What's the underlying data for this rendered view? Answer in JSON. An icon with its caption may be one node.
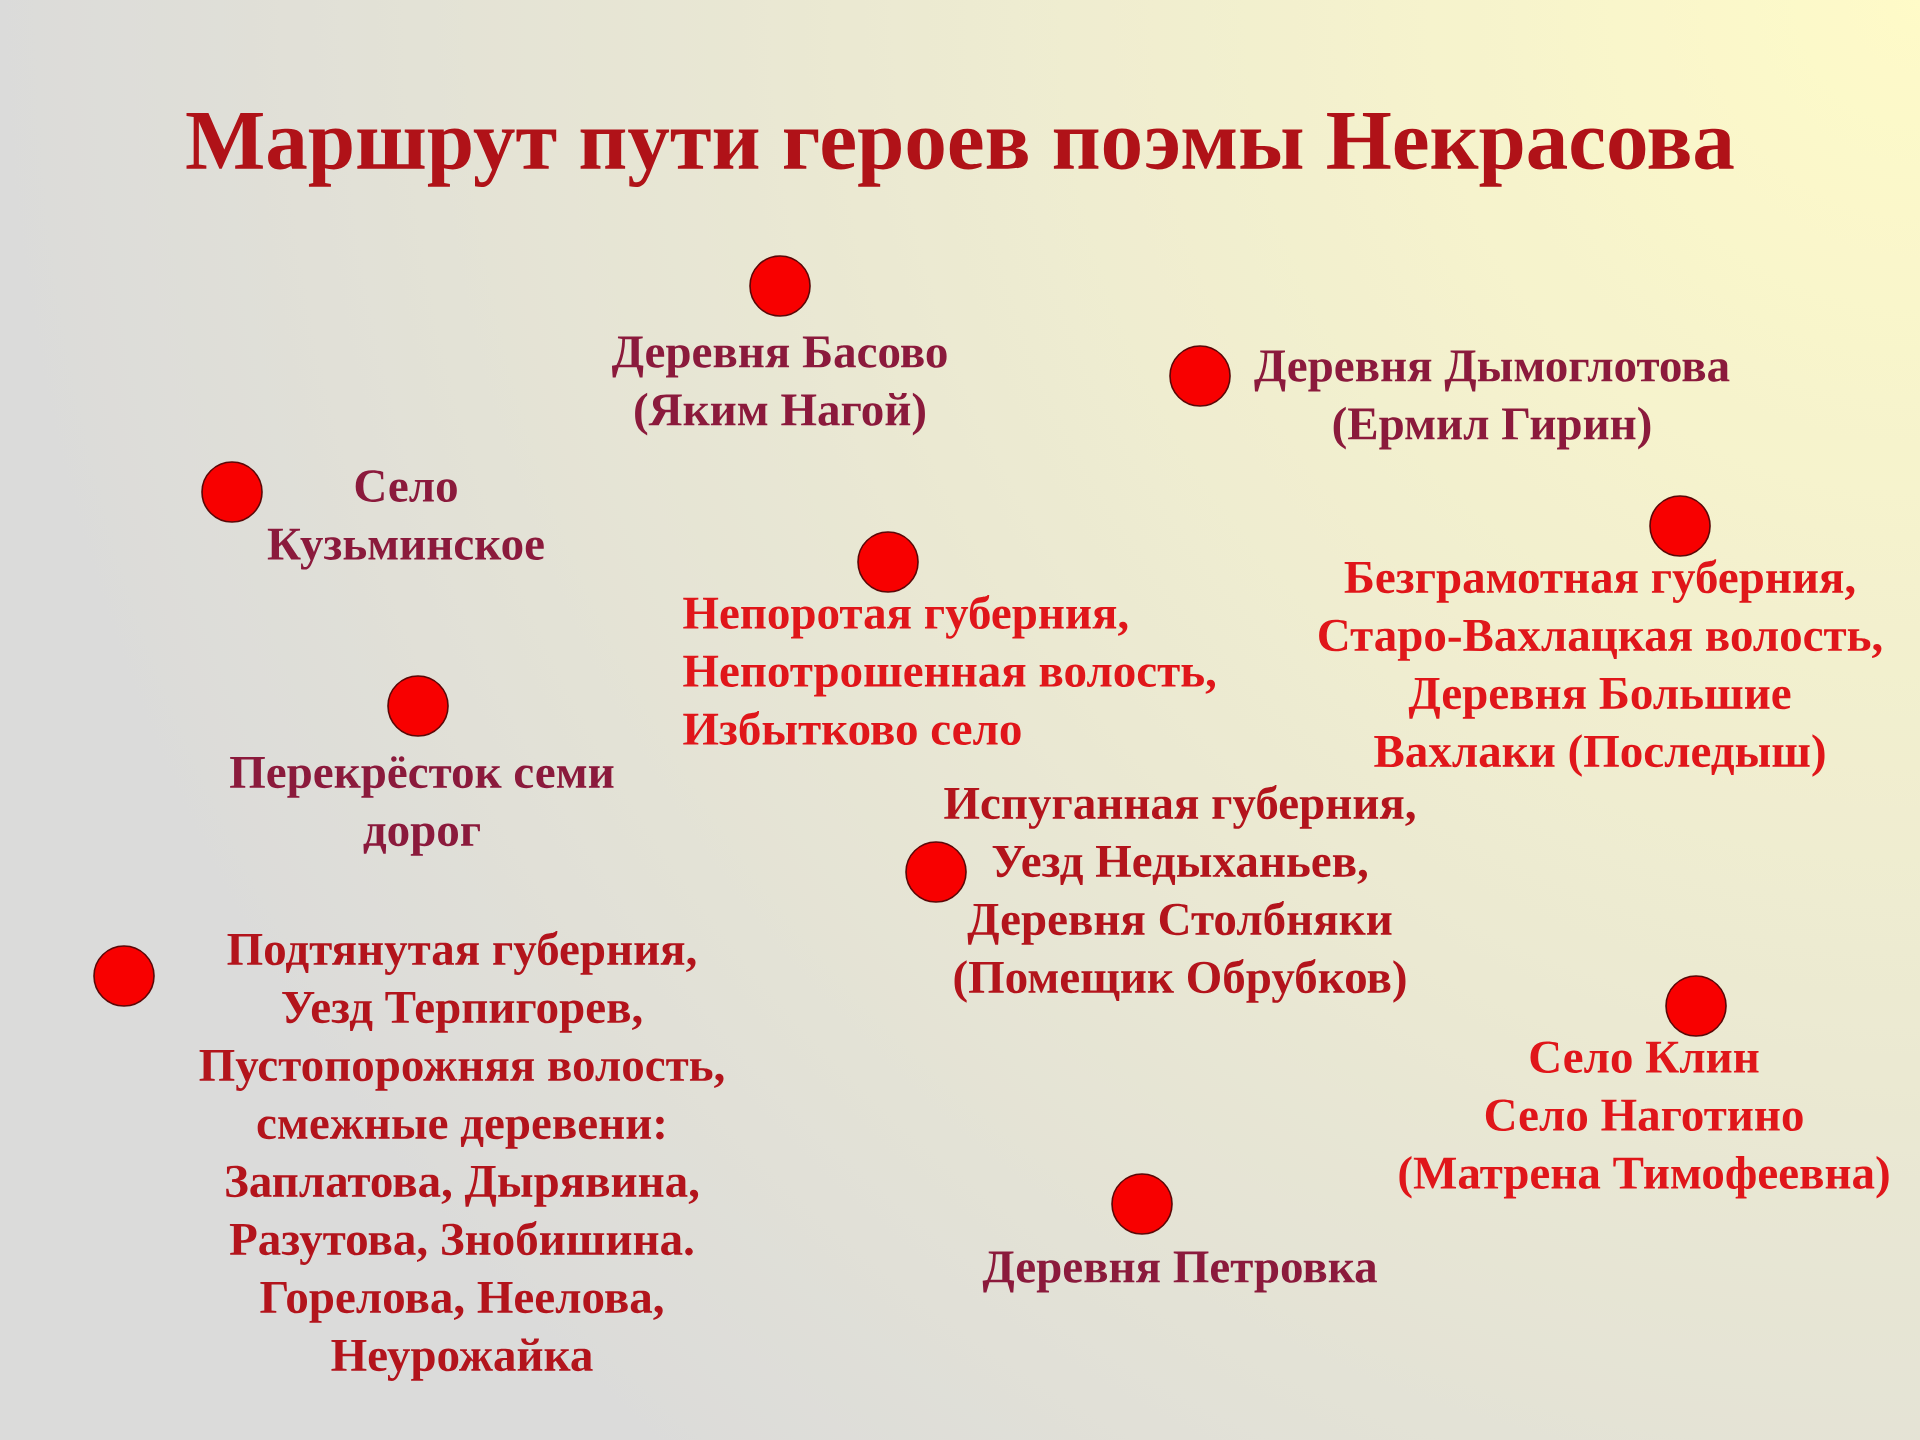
{
  "diagram": {
    "title": "Маршрут пути героев поэмы Некрасова",
    "nodes": [
      {
        "text": [],
        "shape": "circle",
        "beside": [
          "Деревня Басово (Яким Нагой)"
        ]
      },
      {
        "text": [],
        "shape": "circle",
        "beside": [
          "Деревня Дымоглотова (Ермил Гирин)"
        ]
      },
      {
        "text": [],
        "shape": "circle",
        "beside": [
          "Село Кузьминское"
        ]
      },
      {
        "text": [],
        "shape": "circle",
        "beside": [
          "Безграмотная губерния, Старо-Вахлацкая волость, Деревня Большие Вахлаки (Последыш)"
        ]
      },
      {
        "text": [],
        "shape": "circle",
        "beside": [
          "Непоротая губерния, Непотрошенная волость, Избытково село"
        ]
      },
      {
        "text": [],
        "shape": "circle",
        "beside": [
          "Перекрёсток семи дорог"
        ]
      },
      {
        "text": [],
        "shape": "circle",
        "beside": [
          "Испуганная губерния, Уезд Недыханьев, Деревня Столбняки (Помещик Обрубков)"
        ]
      },
      {
        "text": [],
        "shape": "circle",
        "beside": [
          "Подтянутая губерния, Уезд Терпигорев, Пустопорожняя волость, смежные деревени: Заплатова, Дырявина, Разутова, Знобишина. Горелова, Неелова, Неурожайка"
        ]
      },
      {
        "text": [],
        "shape": "circle",
        "beside": [
          "Село Клин Село Наготино (Матрена Тимофеевна)"
        ]
      },
      {
        "text": [],
        "shape": "circle",
        "beside": [
          "Деревня Петровка"
        ]
      }
    ]
  }
}
